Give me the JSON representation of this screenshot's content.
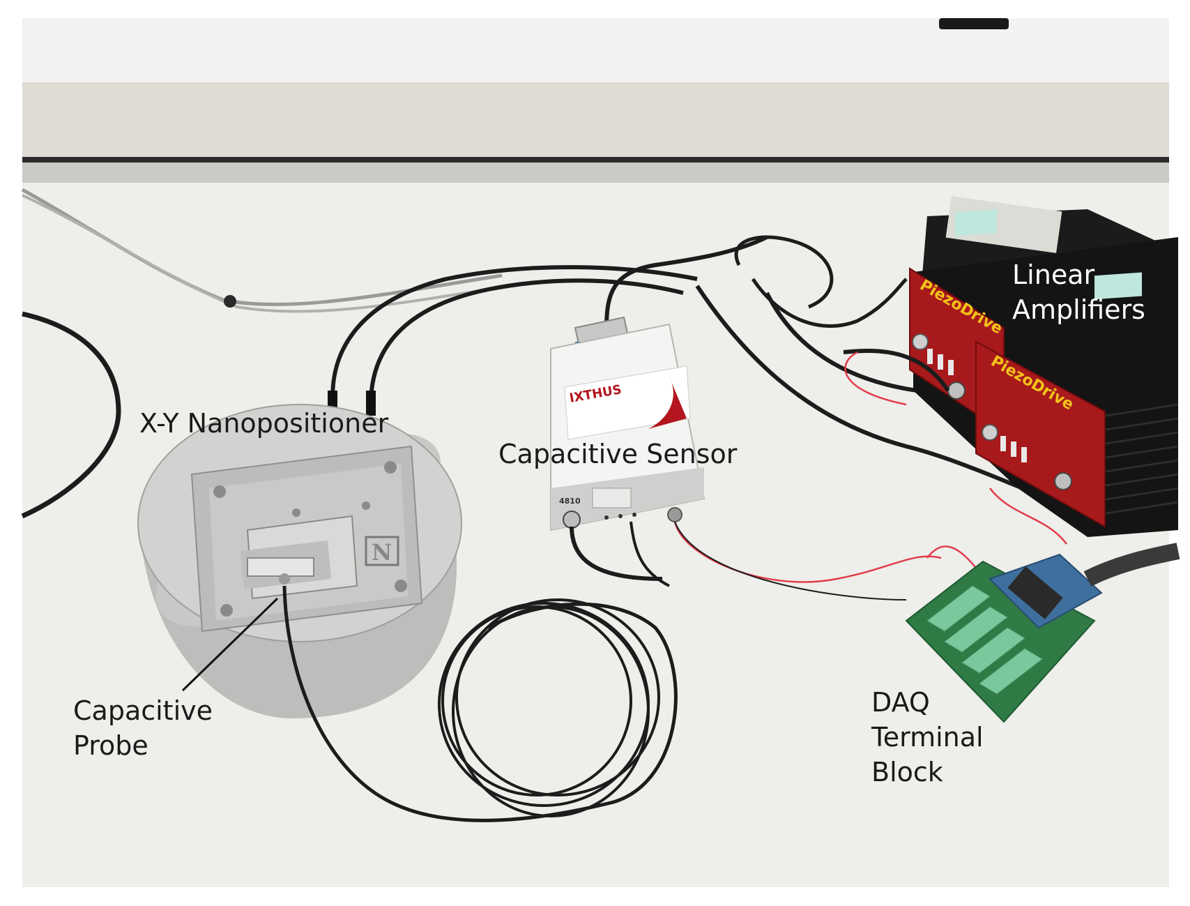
{
  "labels": {
    "nanopositioner": "X-Y Nanopositioner",
    "capacitive_sensor": "Capacitive Sensor",
    "capacitive_probe_line1": "Capacitive",
    "capacitive_probe_line2": "Probe",
    "linear_amplifiers_line1": "Linear",
    "linear_amplifiers_line2": "Amplifiers",
    "daq_line1": "DAQ",
    "daq_line2": "Terminal",
    "daq_line3": "Block"
  },
  "device_text": {
    "sensor_brand": "IXTHUS",
    "sensor_model": "4810",
    "amplifier_brand_1": "PiezoDrive",
    "amplifier_brand_2": "PiezoDrive"
  },
  "colors": {
    "background_wall": "#e4e1d9",
    "table_surface": "#f0f0ec",
    "aluminum": "#c8c8c6",
    "amplifier_red": "#a8191b",
    "amplifier_body": "#141414",
    "terminal_green": "#79c99d",
    "connector_blue": "#3f6f9f",
    "cable_black": "#1c1c1c",
    "wire_red": "#e23a4a"
  }
}
